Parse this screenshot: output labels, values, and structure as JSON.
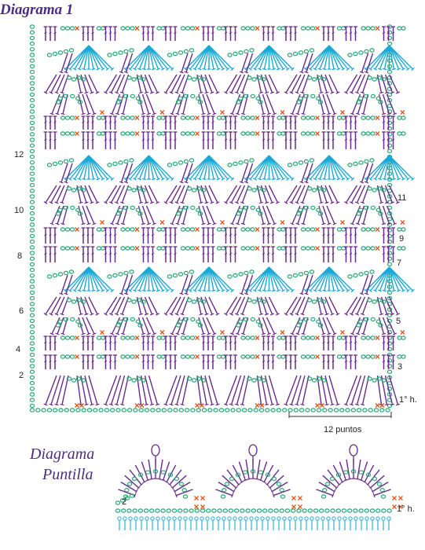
{
  "diagram": {
    "title": "Diagrama 1",
    "row_labels_left": [
      "12",
      "10",
      "8",
      "6",
      "4",
      "2"
    ],
    "row_labels_right": [
      "11",
      "9",
      "7",
      "5",
      "3"
    ],
    "first_row_label": "1° h.",
    "repeat_label": "12 puntos"
  },
  "edging": {
    "title_line1": "Diagrama",
    "title_line2": "Puntilla",
    "row_label_left": "2",
    "first_row_label": "1° h."
  },
  "colors": {
    "chain": "#2aa876",
    "stitch": "#6a2c8c",
    "fan": "#19a9d6",
    "cross": "#e0541c",
    "edging_base": "#3fb6d8",
    "title": "#4b2e83"
  }
}
